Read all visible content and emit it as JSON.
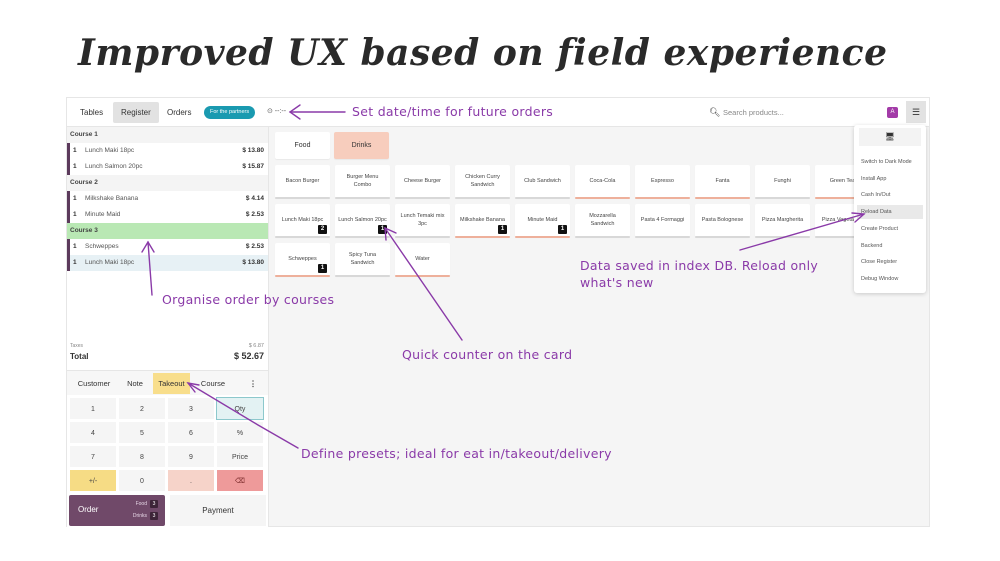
{
  "slide": {
    "title": "Improved UX based on field experience"
  },
  "navbar": {
    "tabs": [
      {
        "label": "Tables",
        "active": false
      },
      {
        "label": "Register",
        "active": true
      },
      {
        "label": "Orders",
        "active": false
      }
    ],
    "partner_badge": "For the partners",
    "datetime_icon": "clock-icon",
    "datetime_value": "⊙ --:--",
    "search_placeholder": "Search products...",
    "avatar_letter": "A",
    "menu_icon": "hamburger-icon"
  },
  "order": {
    "courses": [
      {
        "label": "Course 1",
        "selected": false,
        "lines": [
          {
            "qty": "1",
            "name": "Lunch Maki 18pc",
            "price": "$ 13.80"
          },
          {
            "qty": "1",
            "name": "Lunch Salmon 20pc",
            "price": "$ 15.87"
          }
        ]
      },
      {
        "label": "Course 2",
        "selected": false,
        "lines": [
          {
            "qty": "1",
            "name": "Milkshake Banana",
            "price": "$ 4.14"
          },
          {
            "qty": "1",
            "name": "Minute Maid",
            "price": "$ 2.53"
          }
        ]
      },
      {
        "label": "Course 3",
        "selected": true,
        "lines": [
          {
            "qty": "1",
            "name": "Schweppes",
            "price": "$ 2.53"
          },
          {
            "qty": "1",
            "name": "Lunch Maki 18pc",
            "price": "$ 13.80",
            "highlighted": true
          }
        ]
      }
    ],
    "taxes_label": "Taxes",
    "taxes_value": "$ 6.87",
    "total_label": "Total",
    "total_value": "$ 52.67"
  },
  "controls": {
    "customer": "Customer",
    "note": "Note",
    "takeout": "Takeout",
    "course": "Course",
    "more": "⋮"
  },
  "numpad": {
    "keys": [
      "1",
      "2",
      "3",
      "Qty",
      "4",
      "5",
      "6",
      "%",
      "7",
      "8",
      "9",
      "Price",
      "+/-",
      "0",
      ".",
      "⌫"
    ]
  },
  "actions": {
    "order_label": "Order",
    "order_counts": [
      {
        "category": "Food",
        "count": "3"
      },
      {
        "category": "Drinks",
        "count": "3"
      }
    ],
    "payment_label": "Payment"
  },
  "categories": [
    {
      "label": "Food",
      "active": false
    },
    {
      "label": "Drinks",
      "active": true
    }
  ],
  "products": [
    {
      "name": "Bacon Burger",
      "drink": false,
      "count": null
    },
    {
      "name": "Burger Menu Combo",
      "drink": false,
      "count": null
    },
    {
      "name": "Cheese Burger",
      "drink": false,
      "count": null
    },
    {
      "name": "Chicken Curry Sandwich",
      "drink": false,
      "count": null
    },
    {
      "name": "Club Sandwich",
      "drink": false,
      "count": null
    },
    {
      "name": "Coca-Cola",
      "drink": true,
      "count": null
    },
    {
      "name": "Espresso",
      "drink": true,
      "count": null
    },
    {
      "name": "Fanta",
      "drink": true,
      "count": null
    },
    {
      "name": "Funghi",
      "drink": false,
      "count": null
    },
    {
      "name": "Green Tea",
      "drink": true,
      "count": null
    },
    {
      "name": "Lunch Maki 18pc",
      "drink": false,
      "count": "2"
    },
    {
      "name": "Lunch Salmon 20pc",
      "drink": false,
      "count": "1"
    },
    {
      "name": "Lunch Temaki mix 3pc",
      "drink": false,
      "count": null
    },
    {
      "name": "Milkshake Banana",
      "drink": true,
      "count": "1"
    },
    {
      "name": "Minute Maid",
      "drink": true,
      "count": "1"
    },
    {
      "name": "Mozzarella Sandwich",
      "drink": false,
      "count": null
    },
    {
      "name": "Pasta 4 Formaggi",
      "drink": false,
      "count": null
    },
    {
      "name": "Pasta Bolognese",
      "drink": false,
      "count": null
    },
    {
      "name": "Pizza Margherita",
      "drink": false,
      "count": null
    },
    {
      "name": "Pizza Vegetarian",
      "drink": false,
      "count": null
    },
    {
      "name": "Schweppes",
      "drink": true,
      "count": "1"
    },
    {
      "name": "Spicy Tuna Sandwich",
      "drink": false,
      "count": null
    },
    {
      "name": "Water",
      "drink": true,
      "count": null
    }
  ],
  "menu": {
    "top_icon": "monitor-icon",
    "items": [
      {
        "label": "Switch to Dark Mode",
        "hover": false
      },
      {
        "label": "Install App",
        "hover": false
      },
      {
        "label": "Cash In/Out",
        "hover": false
      },
      {
        "label": "Reload Data",
        "hover": true
      },
      {
        "label": "Create Product",
        "hover": false
      },
      {
        "label": "Backend",
        "hover": false
      },
      {
        "label": "Close Register",
        "hover": false
      },
      {
        "label": "Debug Window",
        "hover": false
      }
    ]
  },
  "annotations": {
    "datetime": "Set date/time for future orders",
    "courses": "Organise order by courses",
    "counter": "Quick counter on the card",
    "presets": "Define presets; ideal for eat in/takeout/delivery",
    "reload_line1": "Data saved in index DB. Reload only",
    "reload_line2": "what's new"
  },
  "colors": {
    "annotation": "#8a3aa8",
    "order_button": "#704969",
    "course_selected": "#b9e8b4",
    "takeout_preset": "#f8de8c",
    "drinks_category": "#f7cdbd",
    "partner_badge": "#1a9ab0"
  }
}
